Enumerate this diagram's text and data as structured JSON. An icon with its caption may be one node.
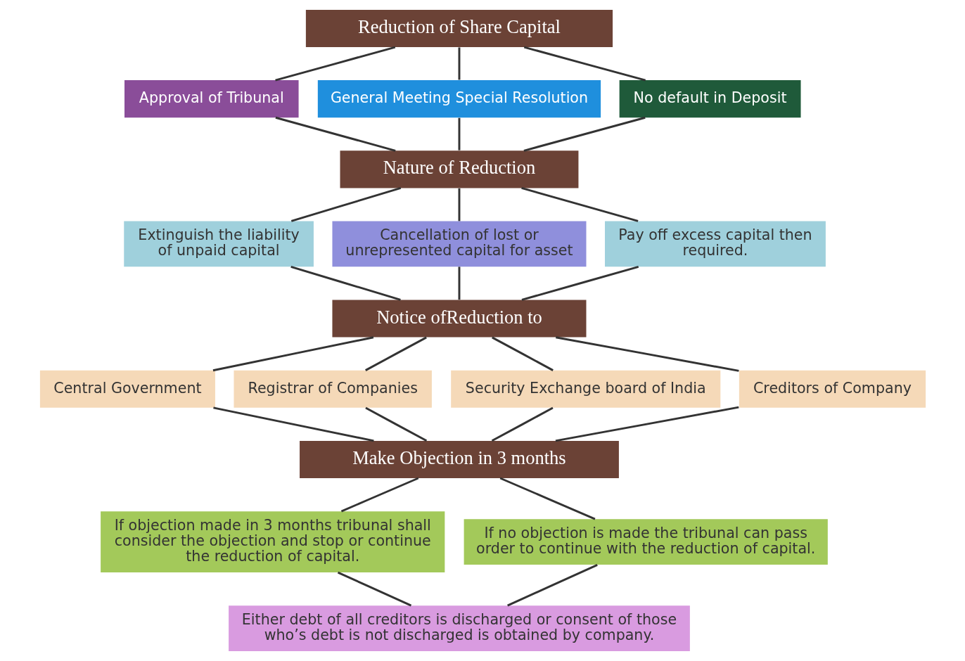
{
  "diagram": {
    "nodes": [
      {
        "text": [
          "Reduction of Share Capital"
        ]
      },
      {
        "text": [
          "Approval of Tribunal"
        ]
      },
      {
        "text": [
          "General Meeting Special Resolution"
        ]
      },
      {
        "text": [
          "No default in Deposit"
        ]
      },
      {
        "text": [
          "Nature of Reduction"
        ]
      },
      {
        "text": [
          "Extinguish the liability of unpaid capital"
        ]
      },
      {
        "text": [
          "Cancellation of lost or unrepresented capital for asset"
        ]
      },
      {
        "text": [
          "Pay off excess capital then required."
        ]
      },
      {
        "text": [
          "Notice ofReduction to"
        ]
      },
      {
        "text": [
          "Central Government"
        ]
      },
      {
        "text": [
          "Registrar of Companies"
        ]
      },
      {
        "text": [
          "Security Exchange board of India"
        ]
      },
      {
        "text": [
          "Creditors of Company"
        ]
      },
      {
        "text": [
          "Make Objection in 3 months"
        ]
      },
      {
        "text": [
          "If objection made in 3 months tribunal shall consider the objection and stop or continue the reduction of capital."
        ]
      },
      {
        "text": [
          "If no objection is made the tribunal can pass order to continue with the reduction of capital."
        ]
      },
      {
        "text": [
          "Either debt of all creditors is discharged or consent of those who’s debt is not discharged is obtained by company."
        ]
      }
    ],
    "edges": [
      {
        "from": 0,
        "to": 1,
        "arrow": "none"
      },
      {
        "from": 0,
        "to": 2,
        "arrow": "none"
      },
      {
        "from": 0,
        "to": 3,
        "arrow": "none"
      },
      {
        "from": 1,
        "to": 4,
        "arrow": "none"
      },
      {
        "from": 2,
        "to": 4,
        "arrow": "none"
      },
      {
        "from": 3,
        "to": 4,
        "arrow": "none"
      },
      {
        "from": 4,
        "to": 5,
        "arrow": "none"
      },
      {
        "from": 4,
        "to": 6,
        "arrow": "none"
      },
      {
        "from": 4,
        "to": 7,
        "arrow": "none"
      },
      {
        "from": 5,
        "to": 8,
        "arrow": "none"
      },
      {
        "from": 6,
        "to": 8,
        "arrow": "none"
      },
      {
        "from": 7,
        "to": 8,
        "arrow": "none"
      },
      {
        "from": 8,
        "to": 9,
        "arrow": "none"
      },
      {
        "from": 8,
        "to": 10,
        "arrow": "none"
      },
      {
        "from": 8,
        "to": 11,
        "arrow": "none"
      },
      {
        "from": 8,
        "to": 12,
        "arrow": "none"
      },
      {
        "from": 9,
        "to": 13,
        "arrow": "none"
      },
      {
        "from": 10,
        "to": 13,
        "arrow": "none"
      },
      {
        "from": 11,
        "to": 13,
        "arrow": "none"
      },
      {
        "from": 12,
        "to": 13,
        "arrow": "none"
      },
      {
        "from": 13,
        "to": 14,
        "arrow": "none"
      },
      {
        "from": 13,
        "to": 15,
        "arrow": "none"
      },
      {
        "from": 14,
        "to": 16,
        "arrow": "none"
      },
      {
        "from": 15,
        "to": 16,
        "arrow": "none"
      }
    ]
  }
}
